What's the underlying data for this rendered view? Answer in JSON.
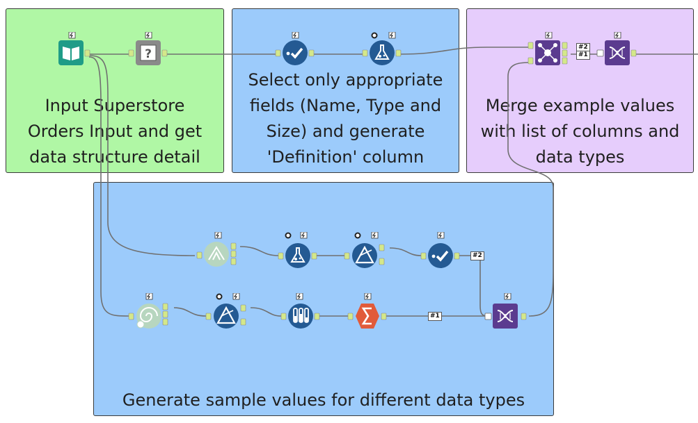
{
  "containers": [
    {
      "id": "input",
      "color": "#b0f7a5",
      "lines": [
        "Input Superstore",
        "Orders Input and get",
        "data structure detail"
      ]
    },
    {
      "id": "select",
      "color": "#9ccbfb",
      "lines": [
        "Select only appropriate",
        "fields (Name, Type and",
        "Size) and generate",
        "'Definition' column"
      ]
    },
    {
      "id": "merge",
      "color": "#e6cdfc",
      "lines": [
        "Merge example values",
        "with list of columns and",
        "data types"
      ]
    },
    {
      "id": "sample",
      "color": "#9ccbfb",
      "lines": [
        "Generate sample values for different data types"
      ]
    }
  ],
  "connection_labels": {
    "join_in_top": "#2",
    "join_in_bottom": "#1",
    "union_in_2": "#2",
    "union_in_1": "#1"
  },
  "colors": {
    "wire": "#707070",
    "connector": "#d4e88a",
    "tool_blue": "#245a93",
    "tool_purple": "#5b3b8f",
    "tool_teal": "#1f9c87",
    "tool_orange": "#e15b3a",
    "tool_pale": "#b7d6bf",
    "tool_gray": "#8a8a8a"
  },
  "tools": [
    {
      "name": "input-data-tool",
      "icon": "book-icon"
    },
    {
      "name": "field-info-tool",
      "icon": "question-icon"
    },
    {
      "name": "select-tool-1",
      "icon": "checkmark-icon"
    },
    {
      "name": "formula-tool-1",
      "icon": "flask-icon"
    },
    {
      "name": "join-tool",
      "icon": "join-icon"
    },
    {
      "name": "union-tool-top",
      "icon": "dna-icon"
    },
    {
      "name": "text-to-columns-tool",
      "icon": "split-icon"
    },
    {
      "name": "formula-tool-2",
      "icon": "flask-icon"
    },
    {
      "name": "filter-tool-1",
      "icon": "triangle-filter-icon"
    },
    {
      "name": "select-tool-2",
      "icon": "checkmark-icon"
    },
    {
      "name": "generate-rows-tool",
      "icon": "spiral-icon"
    },
    {
      "name": "filter-tool-2",
      "icon": "triangle-filter-icon"
    },
    {
      "name": "multi-field-formula-tool",
      "icon": "test-tubes-icon"
    },
    {
      "name": "summarize-tool",
      "icon": "sigma-icon"
    },
    {
      "name": "union-tool-bottom",
      "icon": "dna-icon"
    }
  ]
}
